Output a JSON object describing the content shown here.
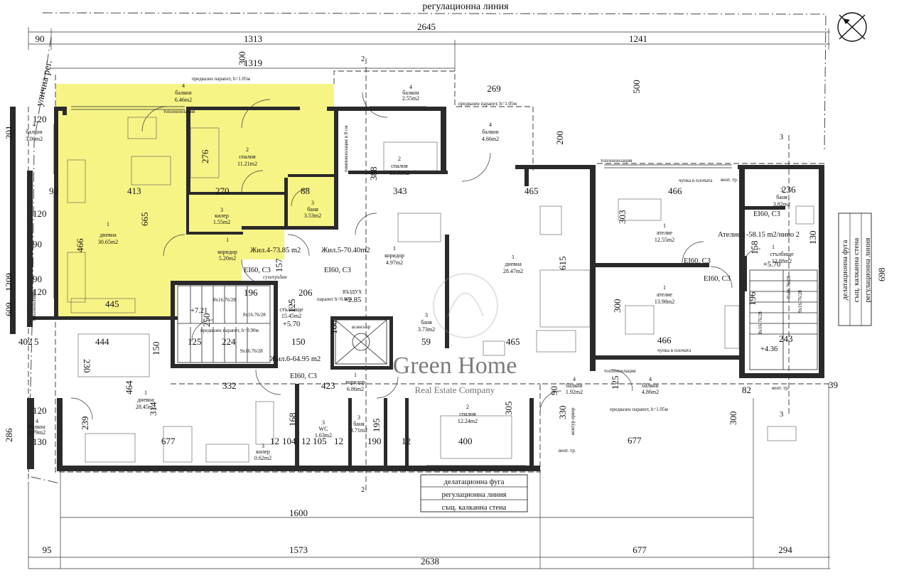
{
  "labels": {
    "reg_line_top": "регулационна линия",
    "street_line": "улична рег.",
    "dilat_1": "делатационна фуга",
    "reg_line_2": "регулационна линия",
    "firewall": "същ. калканна стена",
    "r_dilat": "делатационна фуга",
    "r_firewall": "същ. калканна стена",
    "r_reg_line": "регулационна линия",
    "parapet_1": "предвазен парапет, h=1.05м",
    "parapet_2": "предвазен парапет, h=1.05м",
    "parapet_3": "предвазен парапет, h=0.90м",
    "parapet_4": "предвазен парапет, h=1.05м",
    "parapet_5": "парапет h=0.90м",
    "chupka_1": "чупка в плочата",
    "chupka_2": "чупка в плочата",
    "toplo_1": "топлоизолация",
    "toplo_2": "топлоизолация",
    "toplo_3": "топлоизолация",
    "toplo_4": "топлоизолация",
    "sukhotruby": "сухотръбие",
    "vestibule": "ВЪЗДУХ",
    "lift": "асансьор",
    "aptA": "Жил.4-73.85 m2",
    "aptB": "Жил.5-70.40m2",
    "aptC": "Жил.6-64.95 m2",
    "atelier": "Ателие 1-58.15 m2/ниво 2",
    "ei_1": "EI60, C3",
    "ei_2": "EI60, C3",
    "ei_3": "EI60, C3",
    "ei_4": "EI60, C3",
    "ei_5": "EI60, C3",
    "ei_6": "EI60, C3",
    "lvl_1": "+7.21",
    "lvl_2": "+2.85",
    "lvl_3": "+5.70",
    "lvl_4": "+5.70",
    "lvl_5": "+4.36",
    "stairs_1": "8x16.76/28",
    "stairs_2": "8x16.76/28",
    "stairs_3": "9x16.76/28",
    "stairs_4": "9x16.76/28",
    "stairs_5": "9x16.76/28",
    "stairs_6": "8x16.76/28",
    "vent_1": "вент. тр.",
    "vent_2": "вент. тр.",
    "vent_3": "вент. тр.",
    "kontur": "контур еркер",
    "pomp": "помпоизолация в 8 см",
    "brand": "Green Home",
    "brand_sub": "Real Estate Company",
    "sec_2": "2",
    "sec_2b": "2",
    "sec_3": "3",
    "sec_3b": "3"
  },
  "rooms": [
    {
      "num": "4",
      "name": "балкон",
      "area": "6.46m2"
    },
    {
      "num": "4",
      "name": "балкон",
      "area": "3.00m2"
    },
    {
      "num": "2",
      "name": "спалня",
      "area": "11.21m2"
    },
    {
      "num": "1",
      "name": "дневна",
      "area": "30.65m2"
    },
    {
      "num": "3",
      "name": "килер",
      "area": "1.55m2"
    },
    {
      "num": "3",
      "name": "баня",
      "area": "3.53m2"
    },
    {
      "num": "1",
      "name": "коридор",
      "area": "5.20m2"
    },
    {
      "num": "4",
      "name": "балкон",
      "area": "2.55m2"
    },
    {
      "num": "4",
      "name": "балкон",
      "area": "4.66m2"
    },
    {
      "num": "2",
      "name": "спалня",
      "area": "13.30m2"
    },
    {
      "num": "1",
      "name": "коридор",
      "area": "4.97m2"
    },
    {
      "num": "1",
      "name": "дневна",
      "area": "28.47m2"
    },
    {
      "num": "3",
      "name": "баня",
      "area": "3.73m2"
    },
    {
      "num": "1",
      "name": "стълбище",
      "area": "15.45m2"
    },
    {
      "num": "1",
      "name": "ателие",
      "area": "12.55m2"
    },
    {
      "num": "1",
      "name": "ателие",
      "area": "13.98m2"
    },
    {
      "num": "1",
      "name": "стълбище",
      "area": "12.88m2"
    },
    {
      "num": "3",
      "name": "баня",
      "area": "3.82m2"
    },
    {
      "num": "1",
      "name": "дневна",
      "area": "28.45m2"
    },
    {
      "num": "4",
      "name": "балкон",
      "area": "2.79m2"
    },
    {
      "num": "1",
      "name": "коридор",
      "area": "6.86m2"
    },
    {
      "num": "3",
      "name": "WC",
      "area": "1.63m2"
    },
    {
      "num": "3",
      "name": "баня",
      "area": "3.71m2"
    },
    {
      "num": "2",
      "name": "спалня",
      "area": "12.24m2"
    },
    {
      "num": "4",
      "name": "балкон",
      "area": "1.92m2"
    },
    {
      "num": "4",
      "name": "балкон",
      "area": "4.86m2"
    },
    {
      "num": "3",
      "name": "килер",
      "area": "0.62m2"
    }
  ],
  "dims": {
    "d2645": "2645",
    "d90": "90",
    "d1313": "1313",
    "d1241": "1241",
    "d1319": "1319",
    "d300": "300",
    "d500": "500",
    "d269": "269",
    "d200": "200",
    "d201": "201",
    "d120a": "120",
    "d90b": "90",
    "d413": "413",
    "d270": "270",
    "d88": "88",
    "d276": "276",
    "d388": "388",
    "d343": "343",
    "d465a": "465",
    "d466a": "466",
    "d236": "236",
    "d665": "665",
    "d466v": "466",
    "d303": "303",
    "d615": "615",
    "d158": "158",
    "d130": "130",
    "d698": "698",
    "d120b": "120",
    "d90c": "90",
    "d90d": "90",
    "d120c": "120",
    "d445": "445",
    "d1209": "1209",
    "d609": "609",
    "d196": "196",
    "d206": "206",
    "d157": "157",
    "d125": "125",
    "d250": "250",
    "d224": "224",
    "d125b": "125",
    "d150": "150",
    "d150b": "150",
    "d160": "160",
    "d59": "59",
    "d465b": "465",
    "d466b": "466",
    "d300b": "300",
    "d196b": "196",
    "d243": "243",
    "d402": "402",
    "d5": "5",
    "d444": "444",
    "d230": "230",
    "d464": "464",
    "d332": "332",
    "d423": "423",
    "d314": "314",
    "d239": "239",
    "d168": "168",
    "d195": "195",
    "d305": "305",
    "d400": "400",
    "d330": "330",
    "d677a": "677",
    "d677b": "677",
    "d300c": "300",
    "d82": "82",
    "d39": "39",
    "d90e": "90",
    "d125c": "125",
    "d120d": "120",
    "d130b": "130",
    "d12": "12",
    "d104": "104",
    "d12b": "12",
    "d105": "105",
    "d12c": "12",
    "d190": "190",
    "d12d": "12",
    "d1600": "1600",
    "d95": "95",
    "d1573": "1573",
    "d677c": "677",
    "d294": "294",
    "d2638": "2638",
    "d286": "286"
  }
}
